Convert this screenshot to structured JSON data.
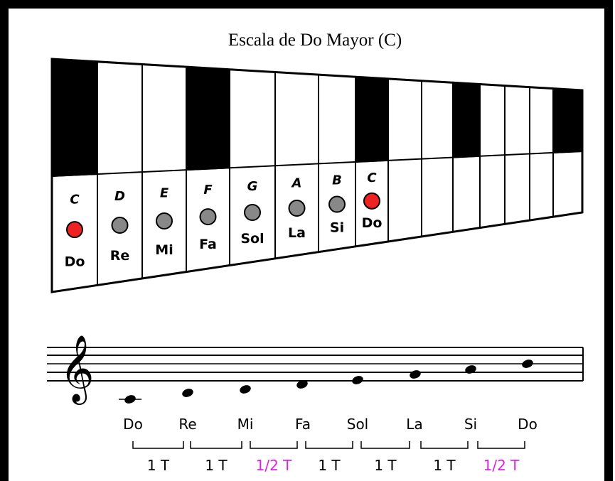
{
  "title": "Escala de Do Mayor (C)",
  "keyboard": {
    "notes": [
      {
        "letter": "C",
        "solfege": "Do",
        "dot_color": "#ee2222"
      },
      {
        "letter": "D",
        "solfege": "Re",
        "dot_color": "#888888"
      },
      {
        "letter": "E",
        "solfege": "Mi",
        "dot_color": "#888888"
      },
      {
        "letter": "F",
        "solfege": "Fa",
        "dot_color": "#888888"
      },
      {
        "letter": "G",
        "solfege": "Sol",
        "dot_color": "#888888"
      },
      {
        "letter": "A",
        "solfege": "La",
        "dot_color": "#888888"
      },
      {
        "letter": "B",
        "solfege": "Si",
        "dot_color": "#888888"
      },
      {
        "letter": "C",
        "solfege": "Do",
        "dot_color": "#ee2222"
      }
    ]
  },
  "staff": {
    "clef": "treble",
    "note_names": [
      "Do",
      "Re",
      "Mi",
      "Fa",
      "Sol",
      "La",
      "Si",
      "Do"
    ]
  },
  "intervals": [
    {
      "label": "1 T",
      "color": "#000000"
    },
    {
      "label": "1 T",
      "color": "#000000"
    },
    {
      "label": "1/2 T",
      "color": "#e020e0"
    },
    {
      "label": "1 T",
      "color": "#000000"
    },
    {
      "label": "1 T",
      "color": "#000000"
    },
    {
      "label": "1 T",
      "color": "#000000"
    },
    {
      "label": "1/2 T",
      "color": "#e020e0"
    }
  ]
}
